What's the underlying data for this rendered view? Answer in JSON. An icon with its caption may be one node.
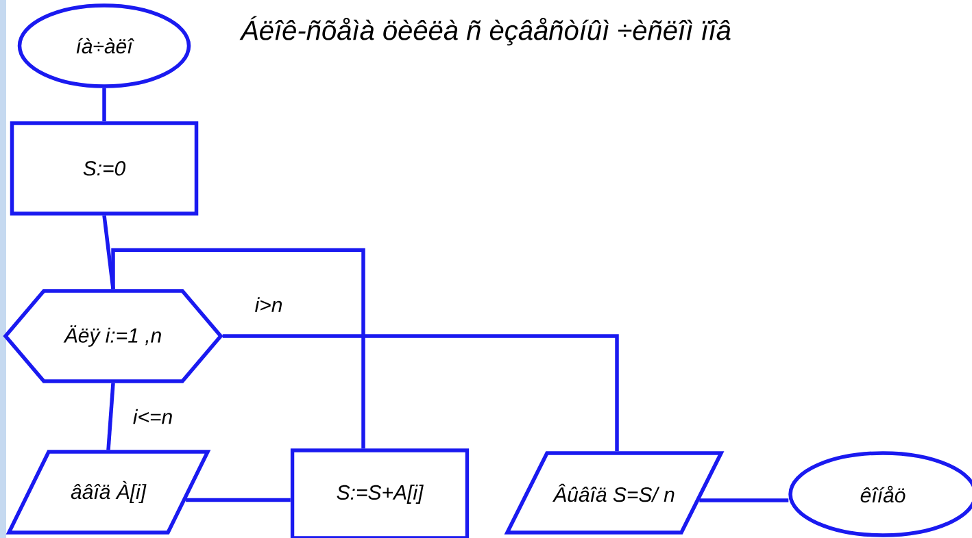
{
  "diagram": {
    "title": "Áëîê-ñõåìà öèêëà ñ èçâåñòíûì ÷èñëîì ïîâ",
    "nodes": [
      {
        "text": [
          "íà÷àëî"
        ]
      },
      {
        "text": [
          "S:=0"
        ]
      },
      {
        "text": [
          "Äëÿ  i:=1 ,n"
        ]
      },
      {
        "text": [
          "ââîä À[i]"
        ]
      },
      {
        "text": [
          "S:=S+A[i]"
        ]
      },
      {
        "text": [
          "Âûâîä S=S/ n"
        ]
      },
      {
        "text": [
          "êîíåö"
        ]
      }
    ],
    "edges": [
      {
        "from": 0,
        "to": 1,
        "arrow": "none"
      },
      {
        "from": 1,
        "to": 2,
        "arrow": "none"
      },
      {
        "from": 2,
        "to": 3,
        "arrow": "none",
        "label": "i<=n"
      },
      {
        "from": 3,
        "to": 4,
        "arrow": "none"
      },
      {
        "from": 4,
        "to": 2,
        "arrow": "none"
      },
      {
        "from": 2,
        "to": 5,
        "arrow": "none",
        "label": "i>n"
      },
      {
        "from": 5,
        "to": 6,
        "arrow": "none"
      }
    ]
  }
}
